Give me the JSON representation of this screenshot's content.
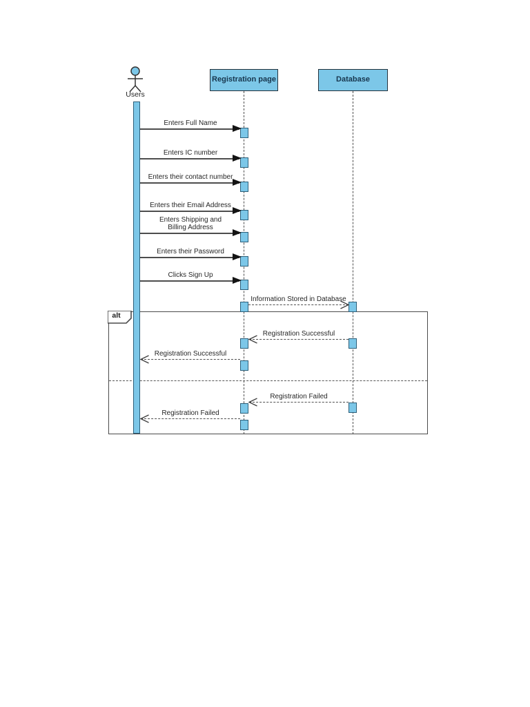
{
  "diagram": {
    "actor": {
      "label": "Users"
    },
    "lifelines": [
      {
        "label": "Registration page"
      },
      {
        "label": "Database"
      }
    ],
    "messages": [
      {
        "label": "Enters Full Name",
        "from": "Users",
        "to": "Registration page",
        "style": "solid"
      },
      {
        "label": "Enters IC number",
        "from": "Users",
        "to": "Registration page",
        "style": "solid"
      },
      {
        "label": "Enters their contact number",
        "from": "Users",
        "to": "Registration page",
        "style": "solid"
      },
      {
        "label": "Enters their Email Address",
        "from": "Users",
        "to": "Registration page",
        "style": "solid"
      },
      {
        "label": "Enters Shipping and\nBilling Address",
        "from": "Users",
        "to": "Registration page",
        "style": "solid"
      },
      {
        "label": "Enters their Password",
        "from": "Users",
        "to": "Registration page",
        "style": "solid"
      },
      {
        "label": "Clicks Sign Up",
        "from": "Users",
        "to": "Registration page",
        "style": "solid"
      },
      {
        "label": "Information Stored in Database",
        "from": "Registration page",
        "to": "Database",
        "style": "dashed"
      }
    ],
    "alt_frame": {
      "operator": "alt",
      "branches": [
        {
          "messages": [
            {
              "label": "Registration Successful",
              "from": "Database",
              "to": "Registration page",
              "style": "dashed"
            },
            {
              "label": "Registration Successful",
              "from": "Registration page",
              "to": "Users",
              "style": "dashed"
            }
          ]
        },
        {
          "messages": [
            {
              "label": "Registration Failed",
              "from": "Database",
              "to": "Registration page",
              "style": "dashed"
            },
            {
              "label": "Registration Failed",
              "from": "Registration page",
              "to": "Users",
              "style": "dashed"
            }
          ]
        }
      ]
    },
    "colors": {
      "shape_fill": "#7cc7e8",
      "shape_border": "#2d5f79",
      "frame_border": "#4a4a4a",
      "line": "#4d4d4d",
      "header_text": "#17364e",
      "message_text": "#262626"
    }
  }
}
